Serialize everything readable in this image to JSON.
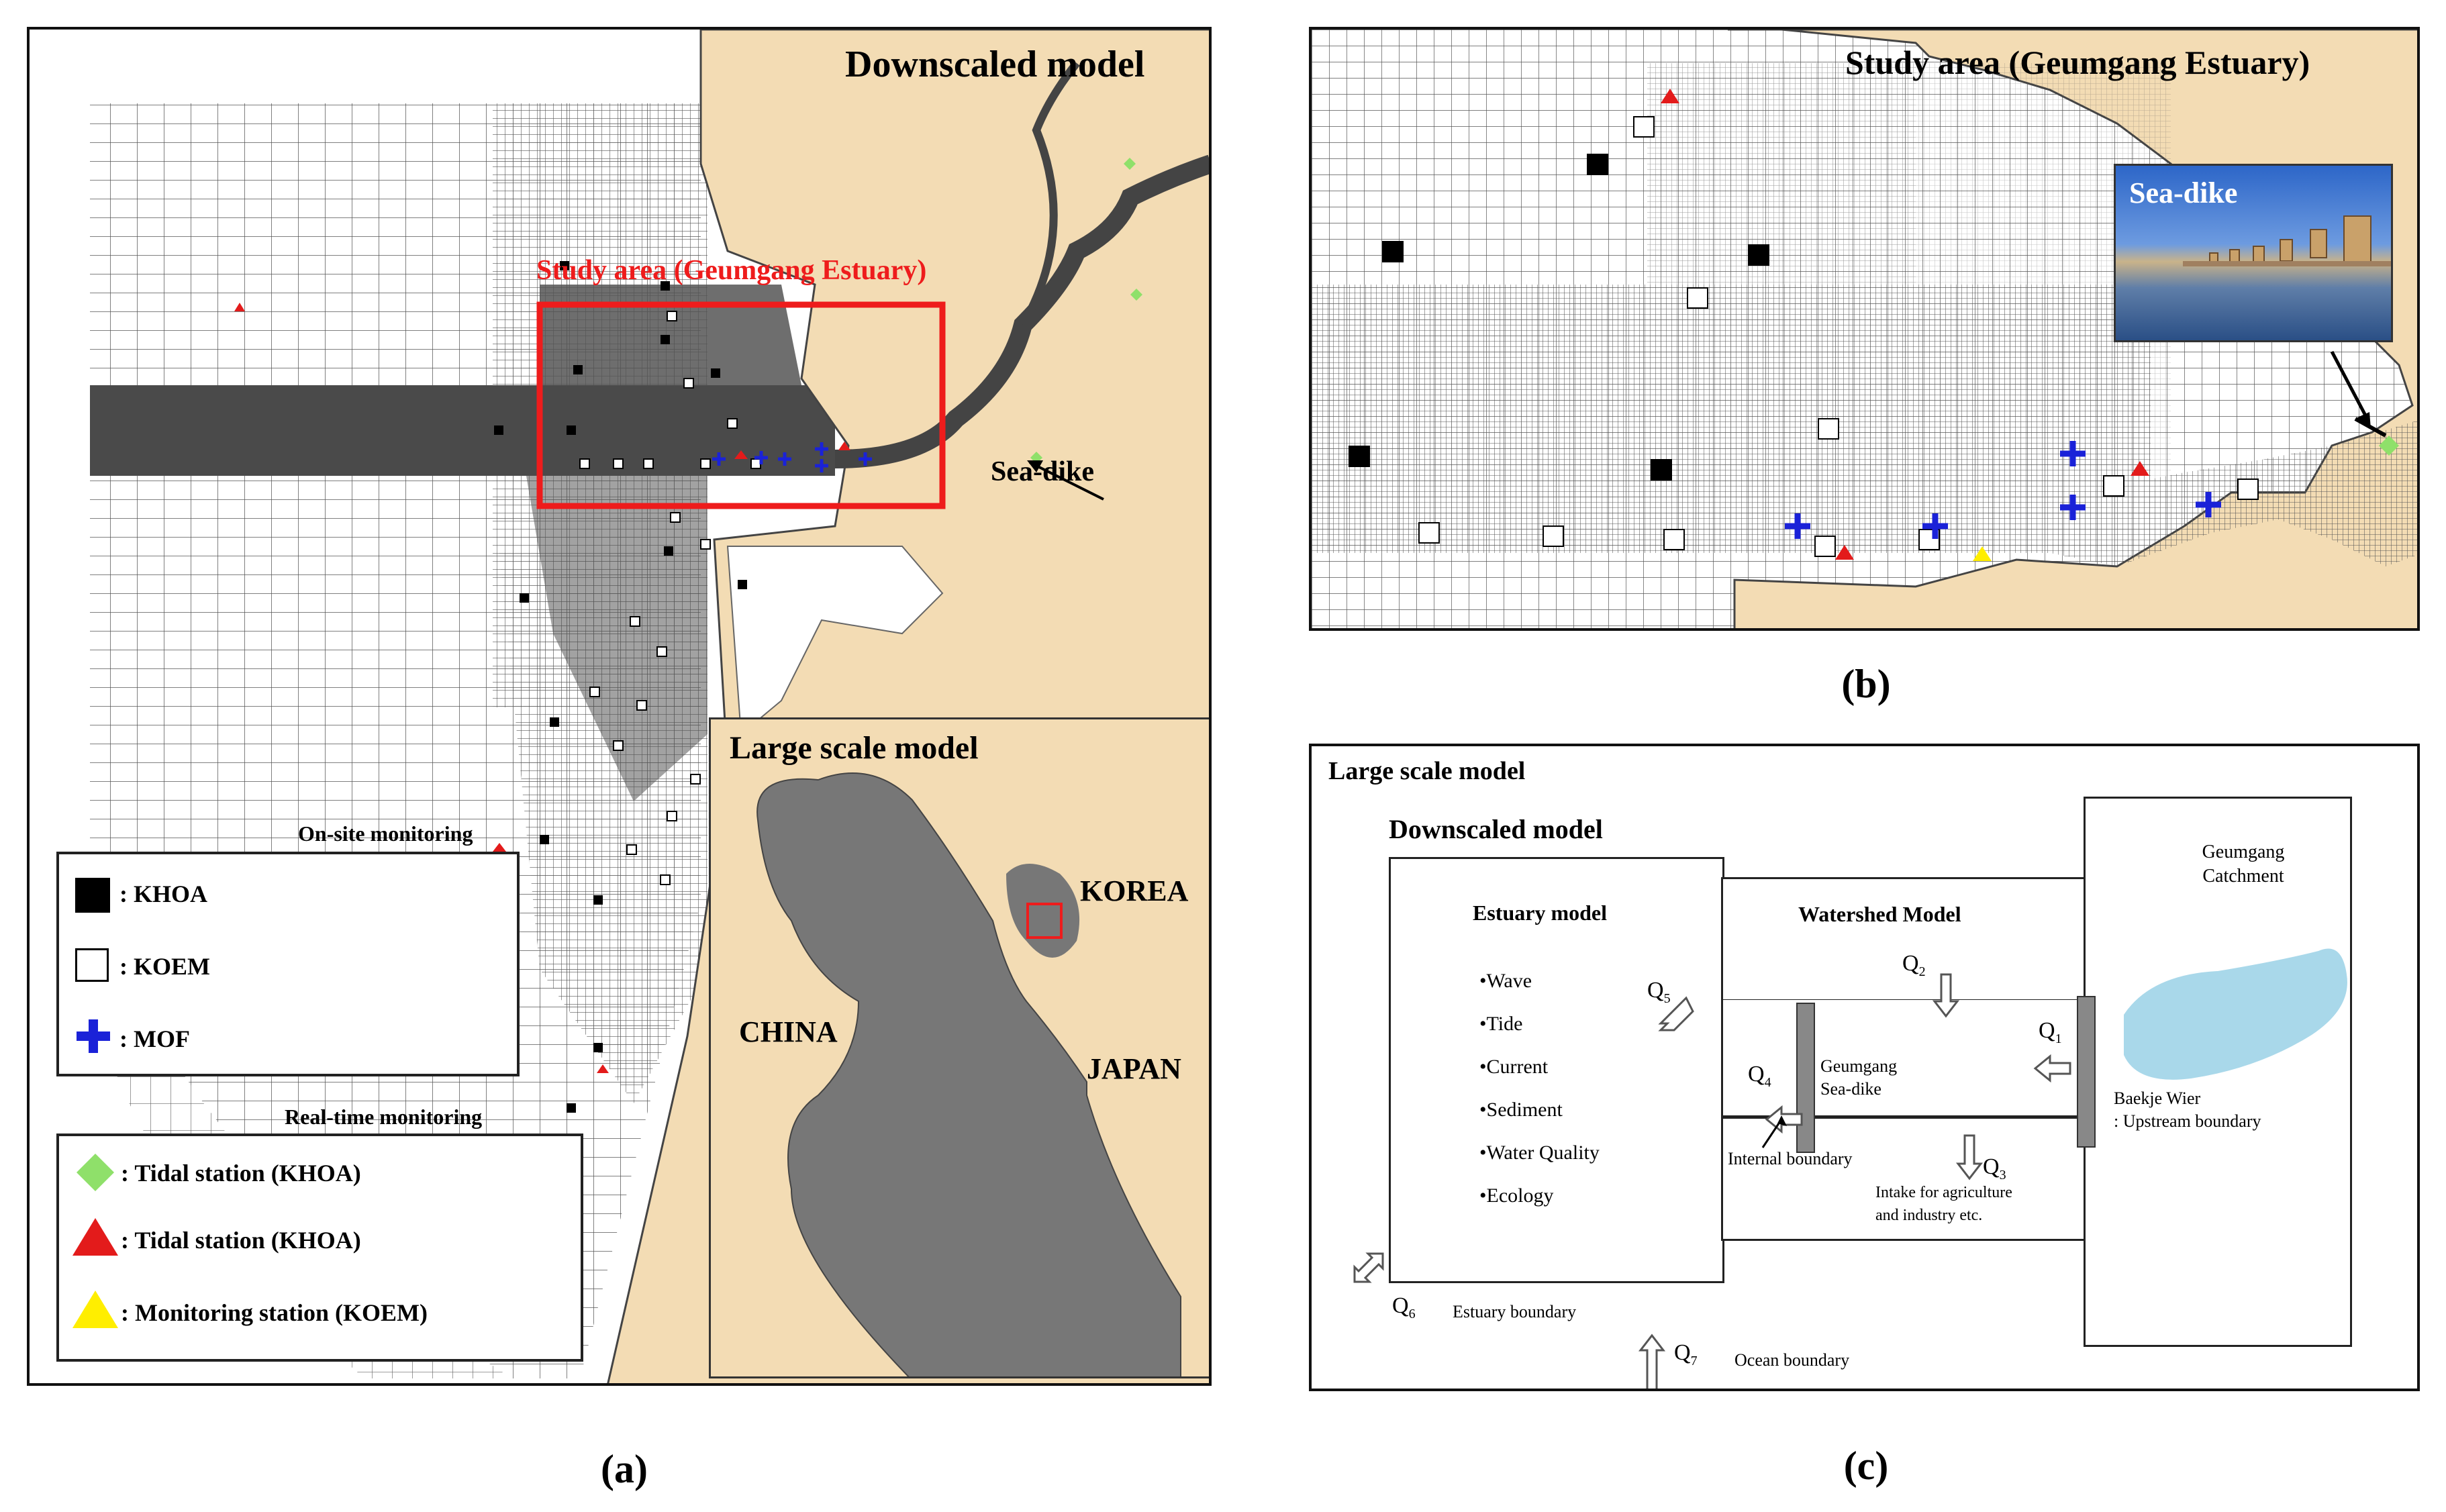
{
  "panel_a": {
    "caption": "(a)",
    "title": "Downscaled model",
    "study_area_label": "Study area (Geumgang Estuary)",
    "sea_dike_label": "Sea-dike",
    "inset": {
      "title": "Large scale model",
      "countries": [
        "CHINA",
        "KOREA",
        "JAPAN"
      ]
    },
    "legend_onsite": {
      "title": "On-site monitoring",
      "items": [
        ": KHOA",
        ": KOEM",
        ": MOF"
      ]
    },
    "legend_realtime": {
      "title": "Real-time monitoring",
      "items": [
        ": Tidal station (KHOA)",
        ": Tidal station (KHOA)",
        ": Monitoring station (KOEM)"
      ]
    }
  },
  "panel_b": {
    "caption": "(b)",
    "title": "Study area (Geumgang Estuary)",
    "photo_label": "Sea-dike"
  },
  "panel_c": {
    "caption": "(c)",
    "large_scale": "Large scale model",
    "downscaled": "Downscaled model",
    "estuary_model": "Estuary model",
    "estuary_items": [
      "•Wave",
      "•Tide",
      "•Current",
      "•Sediment",
      "•Water Quality",
      "•Ecology"
    ],
    "watershed_model": "Watershed Model",
    "catchment": [
      "Geumgang",
      "Catchment"
    ],
    "sea_dike": [
      "Geumgang",
      "Sea-dike"
    ],
    "baekje": [
      "Baekje Wier",
      ": Upstream boundary"
    ],
    "internal_boundary": "Internal boundary",
    "intake": [
      "Intake for agriculture",
      "and industry etc."
    ],
    "estuary_boundary": "Estuary boundary",
    "ocean_boundary": "Ocean boundary",
    "flows": [
      "Q",
      "Q",
      "Q",
      "Q",
      "Q",
      "Q",
      "Q"
    ],
    "flow_subs": [
      "1",
      "2",
      "3",
      "4",
      "5",
      "6",
      "7"
    ]
  },
  "colors": {
    "land": "#f3dcb4",
    "mesh_dark": "#4a4a4a",
    "study_box": "#ee1c1c",
    "khoa": "#000000",
    "mof": "#1a22d8",
    "tidal_green": "#8fe06a",
    "tidal_red": "#e31b1b",
    "monitor_yellow": "#ffee00",
    "catchment": "#a9d8ea"
  }
}
